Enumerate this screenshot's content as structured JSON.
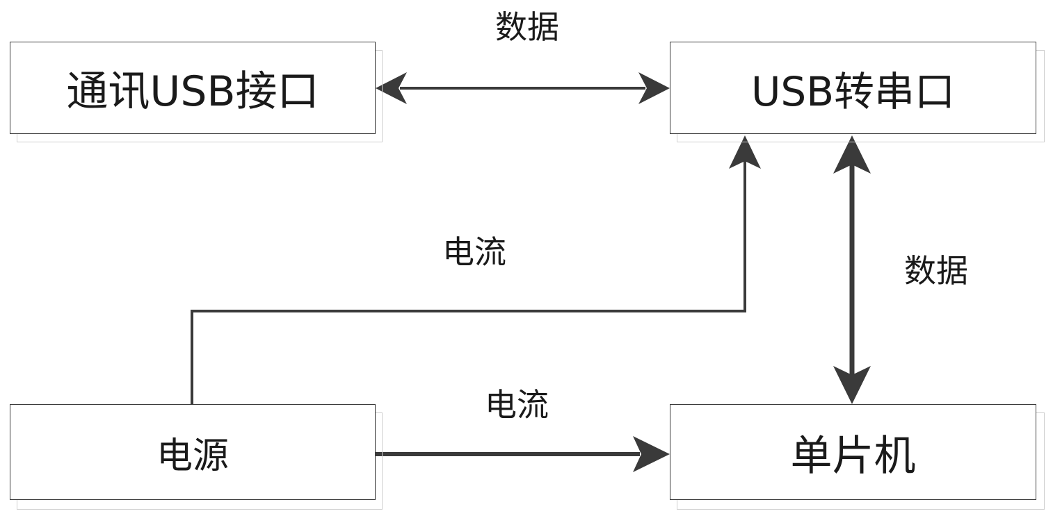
{
  "boxes": {
    "usb_interface": "通讯USB接口",
    "usb_serial": "USB转串口",
    "power": "电源",
    "mcu": "单片机"
  },
  "labels": {
    "data_top": "数据",
    "current_mid": "电流",
    "data_right": "数据",
    "current_bottom": "电流"
  },
  "colors": {
    "line": "#3a3a3a",
    "box_border": "#3a3a3a",
    "box_shadow": "#cfcfcf",
    "text": "#1a1a1a"
  }
}
